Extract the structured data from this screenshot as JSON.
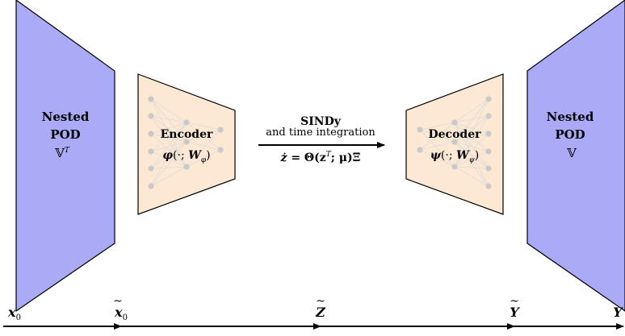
{
  "colors": {
    "pod_fill": "#aaaaf7",
    "net_fill": "#fde8d3",
    "node": "#c9c9c9",
    "edge": "#dcdcdc",
    "stroke": "#000000"
  },
  "pod_left": {
    "title_line1": "Nested",
    "title_line2": "POD",
    "symbol": "𝕍",
    "superscript": "T"
  },
  "encoder": {
    "title": "Encoder",
    "func": "φ",
    "args": "(·; ",
    "weight": "W",
    "weight_sub": "φ",
    "close": ")"
  },
  "middle": {
    "title": "SINDy",
    "subtitle": "and time integration",
    "eq_lhs": "ż",
    "eq_rhs": " = Θ(z",
    "eq_sup": "T",
    "eq_tail": "; μ)Ξ"
  },
  "decoder": {
    "title": "Decoder",
    "func": "ψ",
    "args": "(·; ",
    "weight": "W",
    "weight_sub": "ψ",
    "close": ")"
  },
  "pod_right": {
    "title_line1": "Nested",
    "title_line2": "POD",
    "symbol": "𝕍"
  },
  "axis": {
    "labels": [
      {
        "base": "x",
        "tilde": false,
        "sub": "0"
      },
      {
        "base": "x",
        "tilde": true,
        "sub": "0"
      },
      {
        "base": "Z",
        "tilde": true,
        "sub": ""
      },
      {
        "base": "Y",
        "tilde": true,
        "sub": ""
      },
      {
        "base": "Y",
        "tilde": false,
        "sub": ""
      }
    ]
  }
}
